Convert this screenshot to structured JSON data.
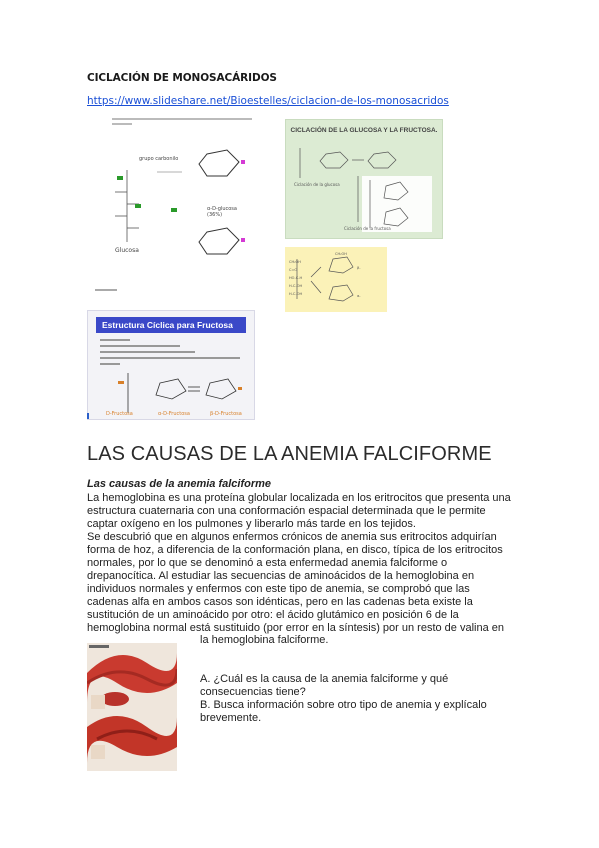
{
  "header": {
    "title": "CICLACIÓN DE MONOSACÁRIDOS",
    "link": "https://www.slideshare.net/Bioestelles/ciclacion-de-los-monosacridos"
  },
  "figures": {
    "fig1_label": "Glucosa",
    "fig2_title": "Estructura Cíclica para Fructosa",
    "fig3_title": "CICLACIÓN DE LA GLUCOSA Y LA FRUCTOSA."
  },
  "section": {
    "heading": "LAS CAUSAS DE LA ANEMIA FALCIFORME",
    "subtitle": "Las causas de la anemia falciforme",
    "para1_lines": [
      "La hemoglobina es una proteína globular localizada en los eritrocitos que presenta una",
      "estructura cuaternaria con una conformación espacial determinada que le permite",
      "captar oxígeno en los pulmones y liberarlo más tarde en los tejidos."
    ],
    "para2_lines": [
      "Se descubrió que en algunos enfermos crónicos de anemia sus eritrocitos adquirían",
      "forma de hoz, a diferencia de la conformación plana, en disco, típica de los eritrocitos",
      "normales, por lo que se denominó a esta enfermedad anemia falciforme o",
      "drepanocítica. Al estudiar las secuencias de aminoácidos de la hemoglobina en",
      "individuos normales y enfermos con este tipo de anemia, se comprobó que las",
      "cadenas alfa en ambos casos son idénticas, pero en las cadenas beta existe la",
      "sustitución de un aminoácido por otro: el ácido glutámico en posición 6 de la",
      "hemoglobina normal está sustituido (por error en la síntesis) por un resto de valina en"
    ],
    "para2_last": "la hemoglobina falciforme."
  },
  "questions": {
    "a_line1": "A. ¿Cuál es la causa de la anemia falciforme y qué",
    "a_line2": "consecuencias tiene?",
    "b_line1": "B. Busca información sobre otro tipo de anemia y explícalo",
    "b_line2": "brevemente."
  }
}
